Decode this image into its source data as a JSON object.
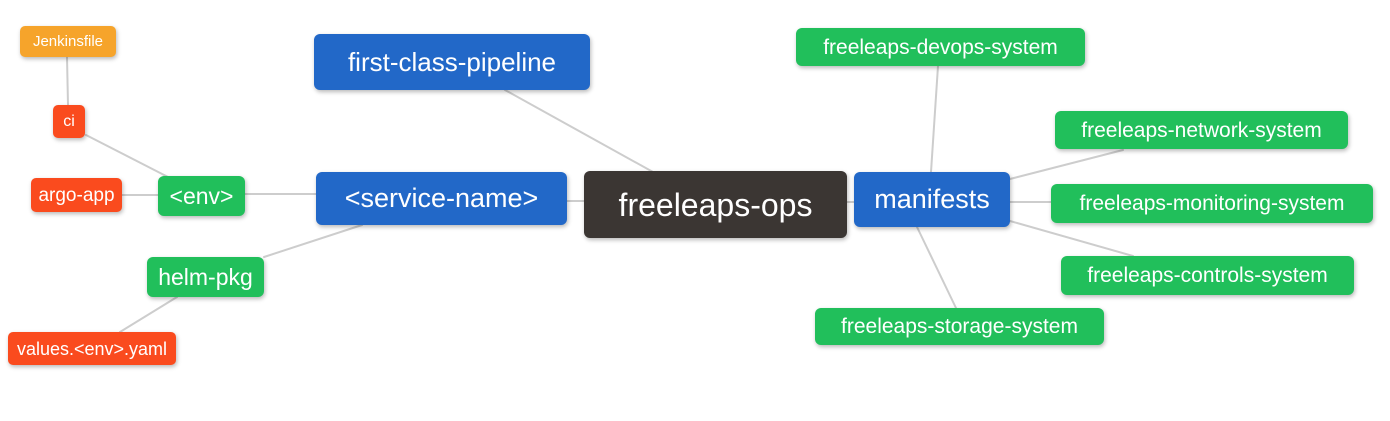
{
  "diagram": {
    "type": "mindmap",
    "root": "freeleaps-ops",
    "colors": {
      "root_node": "#3b3633",
      "branch_node": "#2268c8",
      "green_node": "#21bf5b",
      "red_node": "#fa4b1e",
      "orange_node": "#f6a42b",
      "edge_line": "#cdcdcd",
      "node_text": "#ffffff",
      "background": "#ffffff"
    },
    "nodes": {
      "root": {
        "label": "freeleaps-ops"
      },
      "pipeline": {
        "label": "first-class-pipeline"
      },
      "service": {
        "label": "<service-name>"
      },
      "env": {
        "label": "<env>"
      },
      "ci": {
        "label": "ci"
      },
      "jenkinsfile": {
        "label": "Jenkinsfile"
      },
      "argo_app": {
        "label": "argo-app"
      },
      "helm_pkg": {
        "label": "helm-pkg"
      },
      "values": {
        "label": "values.<env>.yaml"
      },
      "manifests": {
        "label": "manifests"
      },
      "devops": {
        "label": "freeleaps-devops-system"
      },
      "network": {
        "label": "freeleaps-network-system"
      },
      "monitoring": {
        "label": "freeleaps-monitoring-system"
      },
      "controls": {
        "label": "freeleaps-controls-system"
      },
      "storage": {
        "label": "freeleaps-storage-system"
      }
    },
    "edges": [
      {
        "from": "jenkinsfile",
        "to": "ci"
      },
      {
        "from": "ci",
        "to": "env"
      },
      {
        "from": "argo_app",
        "to": "env"
      },
      {
        "from": "env",
        "to": "service"
      },
      {
        "from": "pipeline",
        "to": "root"
      },
      {
        "from": "service",
        "to": "root"
      },
      {
        "from": "service",
        "to": "helm_pkg"
      },
      {
        "from": "helm_pkg",
        "to": "values"
      },
      {
        "from": "root",
        "to": "manifests"
      },
      {
        "from": "manifests",
        "to": "devops"
      },
      {
        "from": "manifests",
        "to": "network"
      },
      {
        "from": "manifests",
        "to": "monitoring"
      },
      {
        "from": "manifests",
        "to": "controls"
      },
      {
        "from": "manifests",
        "to": "storage"
      }
    ]
  }
}
